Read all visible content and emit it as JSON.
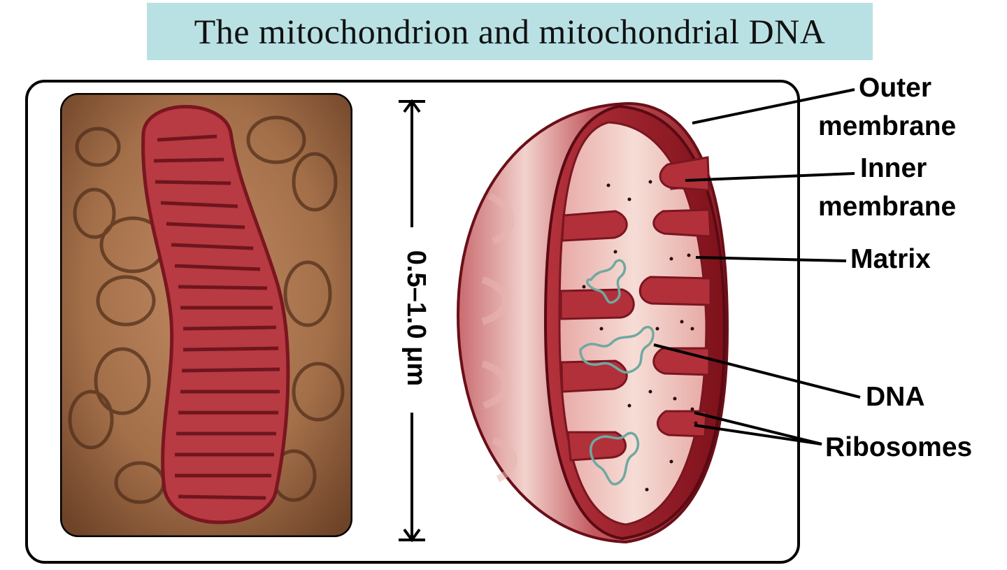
{
  "title": "The mitochondrion and mitochondrial DNA",
  "scale_label": "0.5–1.0 μm",
  "labels": {
    "outer_membrane": [
      "Outer",
      "membrane"
    ],
    "inner_membrane": [
      "Inner",
      "membrane"
    ],
    "matrix": "Matrix",
    "dna": "DNA",
    "ribosomes": "Ribosomes"
  },
  "colors": {
    "title_bg": "#b9e1e4",
    "micrograph_bg": "#a36f49",
    "mito_red": "#b02a35",
    "dna_strand": "#6fa9a0"
  }
}
